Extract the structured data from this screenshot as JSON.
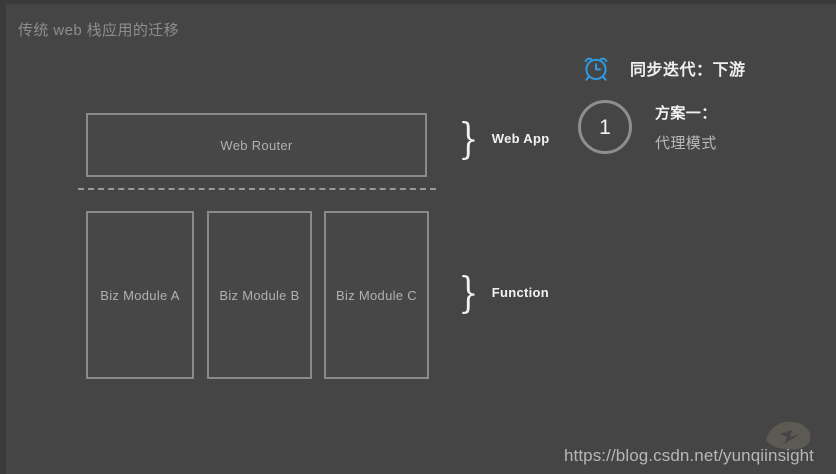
{
  "slide": {
    "title": "传统 web 栈应用的迁移",
    "background_color": "#454545"
  },
  "diagram": {
    "boxes": [
      {
        "id": "web-router",
        "label": "Web Router"
      },
      {
        "id": "biz-module-a",
        "label": "Biz Module A"
      },
      {
        "id": "biz-module-b",
        "label": "Biz Module B"
      },
      {
        "id": "biz-module-c",
        "label": "Biz Module C"
      }
    ],
    "braces": [
      {
        "id": "web-app",
        "glyph": "}",
        "label": "Web App"
      },
      {
        "id": "function",
        "glyph": "}",
        "label": "Function"
      }
    ],
    "divider": "dashed-separator"
  },
  "callout": {
    "icon": "alarm-clock-icon",
    "icon_color": "#2f9ae0",
    "text": "同步迭代：下游"
  },
  "plan": {
    "number": "1",
    "title": "方案一：",
    "subtitle": "代理模式"
  },
  "watermark": {
    "url": "https://blog.csdn.net/yunqiinsight"
  }
}
